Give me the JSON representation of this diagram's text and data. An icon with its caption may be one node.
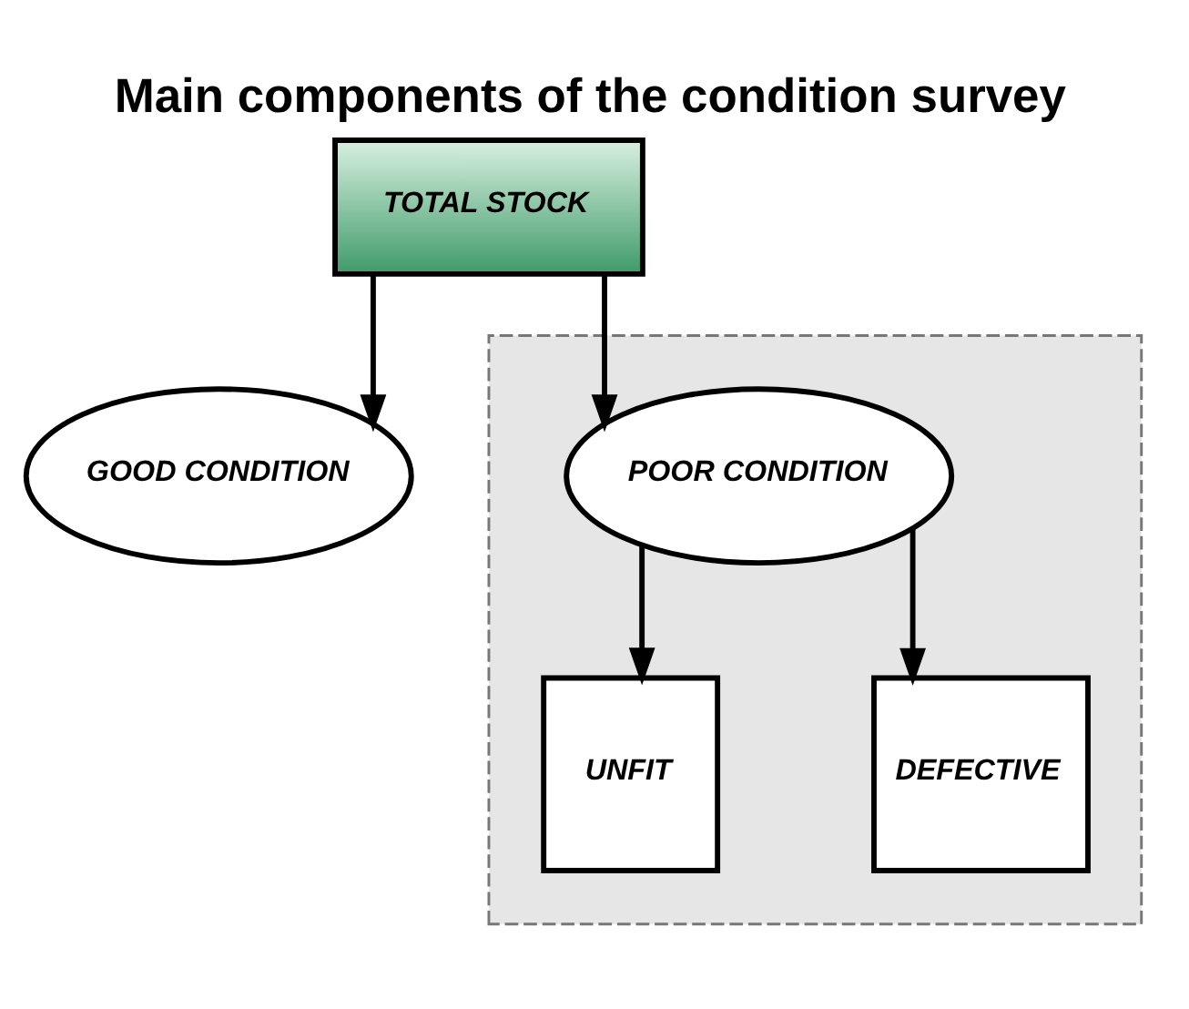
{
  "diagram": {
    "title": "Main components of the condition survey",
    "nodes": [
      {
        "text": [
          "TOTAL STOCK"
        ]
      },
      {
        "text": [
          "GOOD CONDITION"
        ]
      },
      {
        "text": [],
        "shape": "box"
      },
      {
        "text": [
          "POOR CONDITION"
        ],
        "in": 2
      },
      {
        "text": [
          "UNFIT"
        ],
        "in": 2
      },
      {
        "text": [
          "DEFECTIVE"
        ],
        "in": 2
      }
    ],
    "edges": [
      {
        "from": 0,
        "to": 1,
        "arrow": "to"
      },
      {
        "from": 0,
        "to": 3,
        "arrow": "to"
      },
      {
        "from": 3,
        "to": 4,
        "arrow": "to"
      },
      {
        "from": 3,
        "to": 5,
        "arrow": "to"
      }
    ]
  }
}
